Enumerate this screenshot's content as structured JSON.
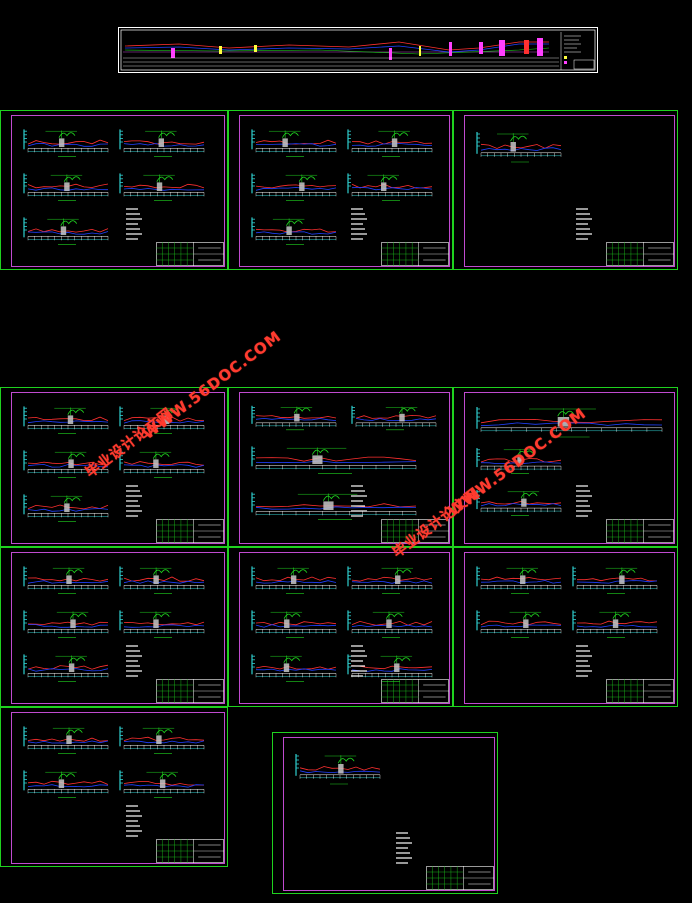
{
  "colors": {
    "background": "#000000",
    "sheet_border": "#1fd21f",
    "inner_border": "#c04ad0",
    "ground_line": "#ff3030",
    "water_line": "#2040ff",
    "structure_fill": "#c8c8c8",
    "annotation": "#1fd21f",
    "axis": "#2fd0d0",
    "watermark": "#ff3b2f"
  },
  "watermarks": [
    {
      "text": "WWW.56DOC.COM",
      "kind": "url"
    },
    {
      "text": "毕业设计论文网",
      "kind": "cn"
    },
    {
      "text": "WWW.56DOC.COM",
      "kind": "url"
    },
    {
      "text": "毕业设计论文网",
      "kind": "cn"
    }
  ]
}
